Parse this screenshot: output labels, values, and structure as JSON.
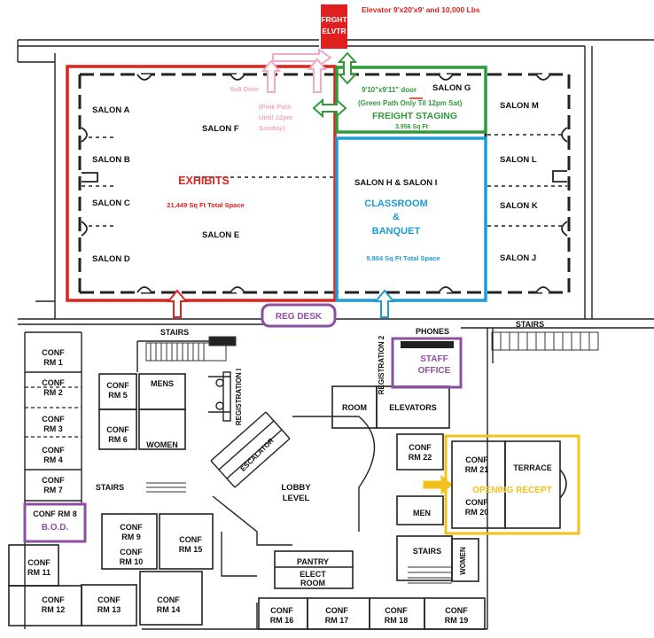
{
  "elevator": {
    "label_line1": "FRGHT",
    "label_line2": "ELVTR",
    "note": "Elevator 9'x20'x9' and 10,000 Lbs"
  },
  "salons": {
    "a": "SALON A",
    "b": "SALON B",
    "c": "SALON C",
    "d": "SALON D",
    "e": "SALON E",
    "f": "SALON F",
    "g": "SALON G",
    "hi": "SALON H  & SALON I",
    "j": "SALON J",
    "k": "SALON K",
    "l": "SALON L",
    "m": "SALON M"
  },
  "zones": {
    "exhibits": {
      "title": "EXHIBITS",
      "area": "21,449 Sq Ft Total Space",
      "color": "#d9241f"
    },
    "classroom": {
      "title_line1": "CLASSROOM",
      "title_line2": "&",
      "title_line3": "BANQUET",
      "area": "9.804 Sq Ft Total Space",
      "color": "#1e9bd7"
    },
    "freight": {
      "door": "9'10\"x9'11\" door",
      "note_pre": "(Green Path ",
      "note_only": "Only",
      "note_post": " Til 12pm Sat)",
      "title": "FREIGHT STAGING",
      "area": "3.956 Sq Ft",
      "color": "#2f9a3a"
    },
    "pink": {
      "door": "6x8 Door",
      "note_line1": "(Pink Path",
      "note_line2": "Until 12pm",
      "note_line3": "Sunday)",
      "color": "#f2a9c8"
    },
    "reg_desk": {
      "label": "REG DESK",
      "color": "#8e4fa0"
    },
    "staff_office": {
      "line1": "STAFF",
      "line2": "OFFICE",
      "color": "#8e4fa0"
    },
    "bod": {
      "line1": "CONF RM 8",
      "line2": "B.O.D.",
      "color": "#8e4fa0"
    },
    "opening": {
      "label": "OPENING RECEPT",
      "color": "#f0c21b"
    }
  },
  "rooms": {
    "conf1": [
      "CONF",
      "RM 1"
    ],
    "conf2": [
      "CONF",
      "RM 2"
    ],
    "conf3": [
      "CONF",
      "RM 3"
    ],
    "conf4": [
      "CONF",
      "RM 4"
    ],
    "conf5": [
      "CONF",
      "RM 5"
    ],
    "conf6": [
      "CONF",
      "RM 6"
    ],
    "conf7": [
      "CONF",
      "RM 7"
    ],
    "conf9": [
      "CONF",
      "RM 9"
    ],
    "conf10": [
      "CONF",
      "RM 10"
    ],
    "conf11": [
      "CONF",
      "RM 11"
    ],
    "conf12": [
      "CONF",
      "RM 12"
    ],
    "conf13": [
      "CONF",
      "RM 13"
    ],
    "conf14": [
      "CONF",
      "RM 14"
    ],
    "conf15": [
      "CONF",
      "RM 15"
    ],
    "conf16": [
      "CONF",
      "RM 16"
    ],
    "conf17": [
      "CONF",
      "RM 17"
    ],
    "conf18": [
      "CONF",
      "RM 18"
    ],
    "conf19": [
      "CONF",
      "RM 19"
    ],
    "conf20": [
      "CONF",
      "RM 20"
    ],
    "conf21": [
      "CONF",
      "RM 21"
    ],
    "conf22": [
      "CONF",
      "RM 22"
    ]
  },
  "facilities": {
    "mens": "MENS",
    "women": "WOMEN",
    "men": "MEN",
    "women2": "WOMEN",
    "stairs_top": "STAIRS",
    "stairs_left": "STAIRS",
    "stairs_right": "STAIRS",
    "stairs_bottom": "STAIRS",
    "registration1": "REGISTRATION I",
    "registration2": "REGISTRATION 2",
    "escalator": "ESCALATOR",
    "lobby_line1": "LOBBY",
    "lobby_line2": "LEVEL",
    "phones": "PHONES",
    "room": "ROOM",
    "elevators": "ELEVATORS",
    "terrace": "TERRACE",
    "pantry": "PANTRY",
    "elect_line1": "ELECT",
    "elect_line2": "ROOM"
  }
}
